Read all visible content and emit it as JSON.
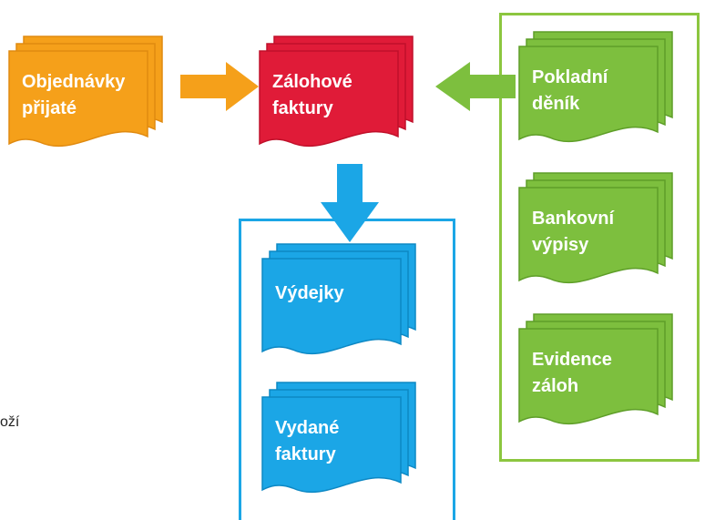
{
  "colors": {
    "orange": "#f5a01a",
    "orange_dark": "#e08a10",
    "red": "#e01b38",
    "red_dark": "#c0102a",
    "green": "#7dbf3e",
    "green_dark": "#5e9e28",
    "blue": "#1ba6e6",
    "blue_dark": "#0d88c4",
    "green_frame": "#8cc63f",
    "blue_frame": "#1ba6e6"
  },
  "documents": {
    "orders": {
      "label": "Objednávky\npřijaté",
      "color": "orange"
    },
    "advance_invoices": {
      "label": "Zálohové\nfaktury",
      "color": "red"
    },
    "cash_book": {
      "label": "Pokladní\nděník",
      "color": "green"
    },
    "bank_statements": {
      "label": "Bankovní\nvýpisy",
      "color": "green"
    },
    "advance_records": {
      "label": "Evidence\nzáloh",
      "color": "green"
    },
    "delivery_notes": {
      "label": "Výdejky",
      "color": "blue"
    },
    "issued_invoices": {
      "label": "Vydané\nfaktury",
      "color": "blue"
    }
  },
  "edge_fragment": "oží",
  "icons": {
    "orders_to_advance": "arrow-right-icon",
    "sources_to_advance": "arrow-left-icon",
    "advance_to_outputs": "arrow-down-icon"
  }
}
